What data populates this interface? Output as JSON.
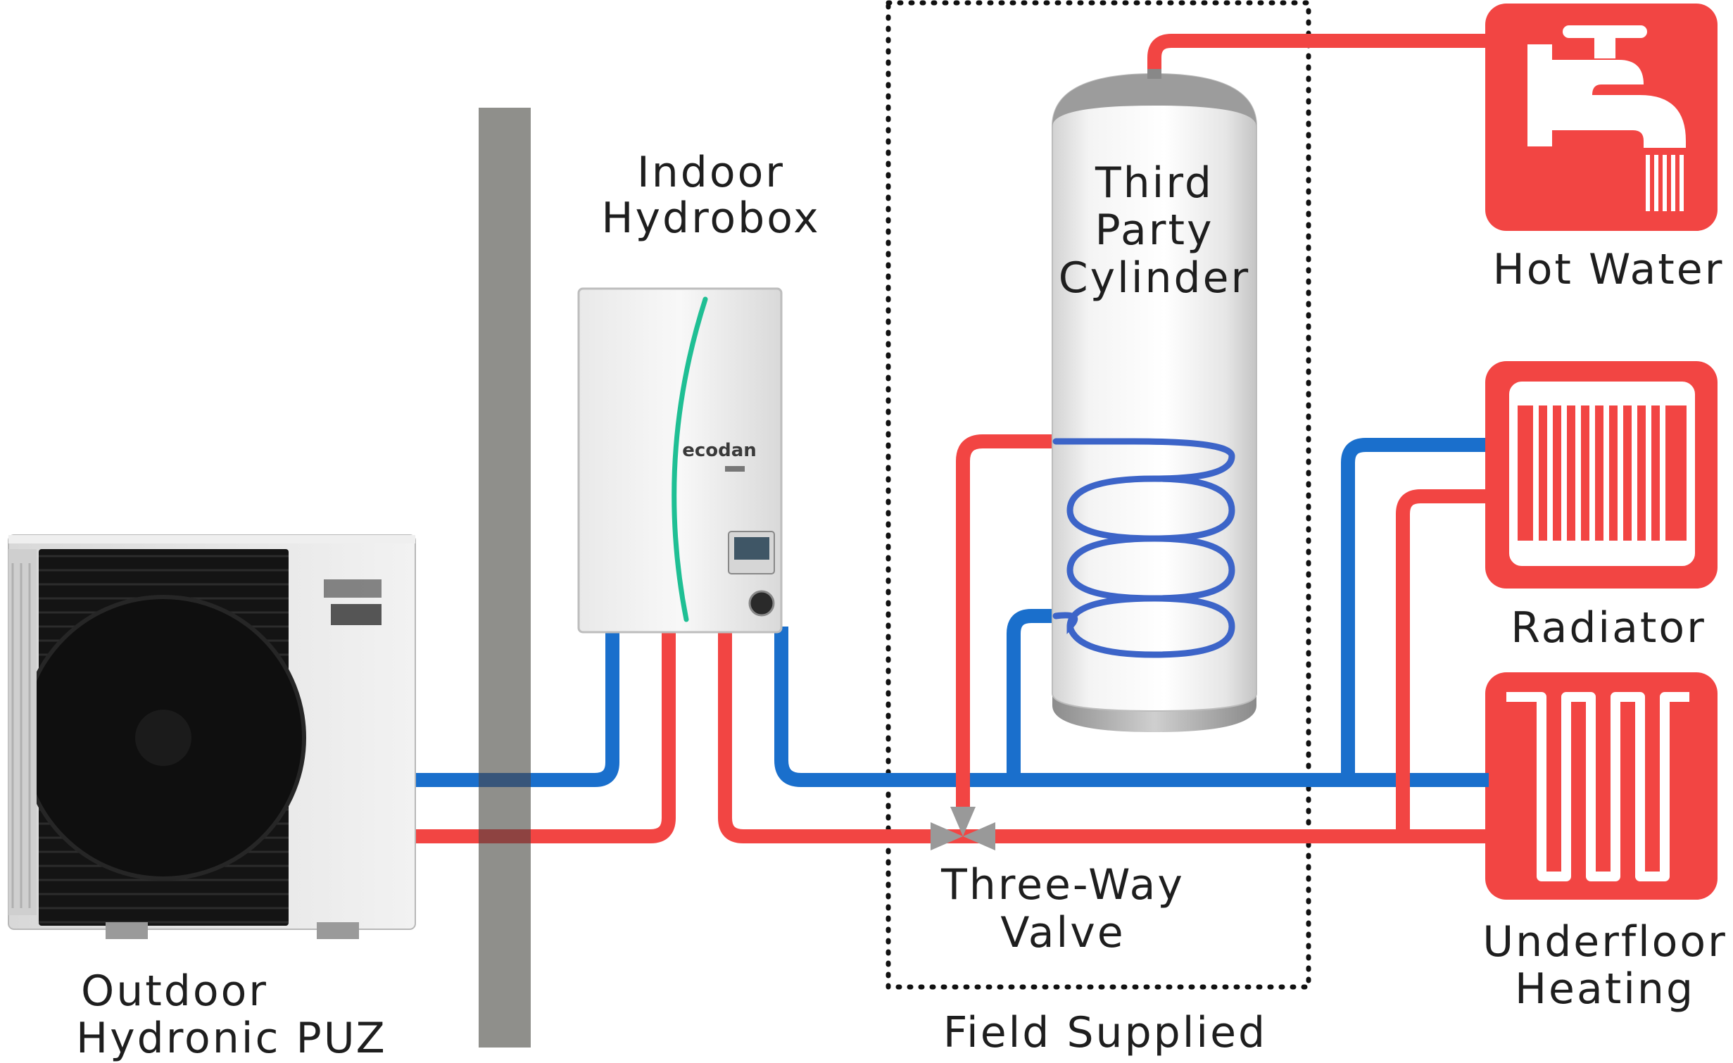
{
  "labels": {
    "outdoor_line1": "Outdoor",
    "outdoor_line2": "Hydronic PUZ",
    "indoor_line1": "Indoor",
    "indoor_line2": "Hydrobox",
    "cylinder_line1": "Third",
    "cylinder_line2": "Party",
    "cylinder_line3": "Cylinder",
    "hot_water": "Hot Water",
    "radiator": "Radiator",
    "underfloor_line1": "Underfloor",
    "underfloor_line2": "Heating",
    "valve_line1": "Three-Way",
    "valve_line2": "Valve",
    "field_supplied": "Field Supplied",
    "hydrobox_brand": "ecodan"
  },
  "colors": {
    "flow_pipe": "#f24543",
    "return_pipe": "#1a6fcc",
    "coil": "#3c64c8",
    "wall": "#8f8f8b",
    "accent_stripe": "#1fbf94",
    "outlet_tile": "#f24543"
  },
  "icons": [
    "outdoor-unit-icon",
    "hydrobox-icon",
    "cylinder-icon",
    "tap-icon",
    "radiator-icon",
    "underfloor-icon",
    "valve-icon"
  ]
}
